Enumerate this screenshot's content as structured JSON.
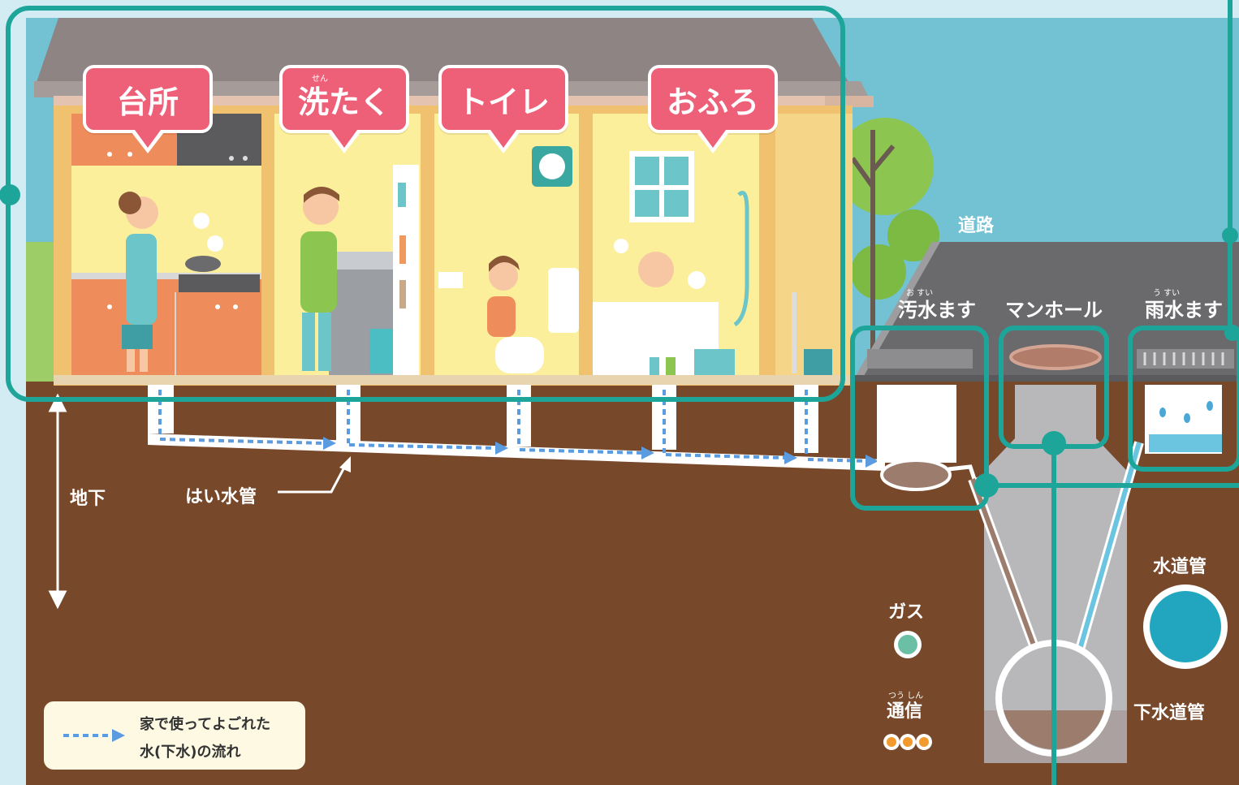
{
  "rooms": [
    {
      "label": "台所",
      "ruby": ""
    },
    {
      "label": "洗たく",
      "ruby": "せん"
    },
    {
      "label": "トイレ",
      "ruby": ""
    },
    {
      "label": "おふろ",
      "ruby": ""
    }
  ],
  "road": {
    "label": "道路"
  },
  "basins": {
    "sewage": {
      "label": "汚水ます",
      "ruby": "お すい"
    },
    "manhole": {
      "label": "マンホール"
    },
    "rain": {
      "label": "雨水ます",
      "ruby": "う すい"
    }
  },
  "underground": {
    "label": "地下"
  },
  "drain_pipe": {
    "label": "はい水管"
  },
  "utilities": {
    "water_main": {
      "label": "水道管"
    },
    "gas": {
      "label": "ガス"
    },
    "telecom": {
      "label": "通信",
      "ruby": "つう しん"
    },
    "sewer_main": {
      "label": "下水道管"
    }
  },
  "legend": {
    "line1": "家で使ってよごれた",
    "line2": "水(下水)の流れ"
  },
  "colors": {
    "accent_frame": "#1ea59a",
    "bubble": "#ee5f78",
    "soil": "#77482a",
    "sky": "#72c2d3",
    "flow_arrow": "#5b9be0"
  }
}
